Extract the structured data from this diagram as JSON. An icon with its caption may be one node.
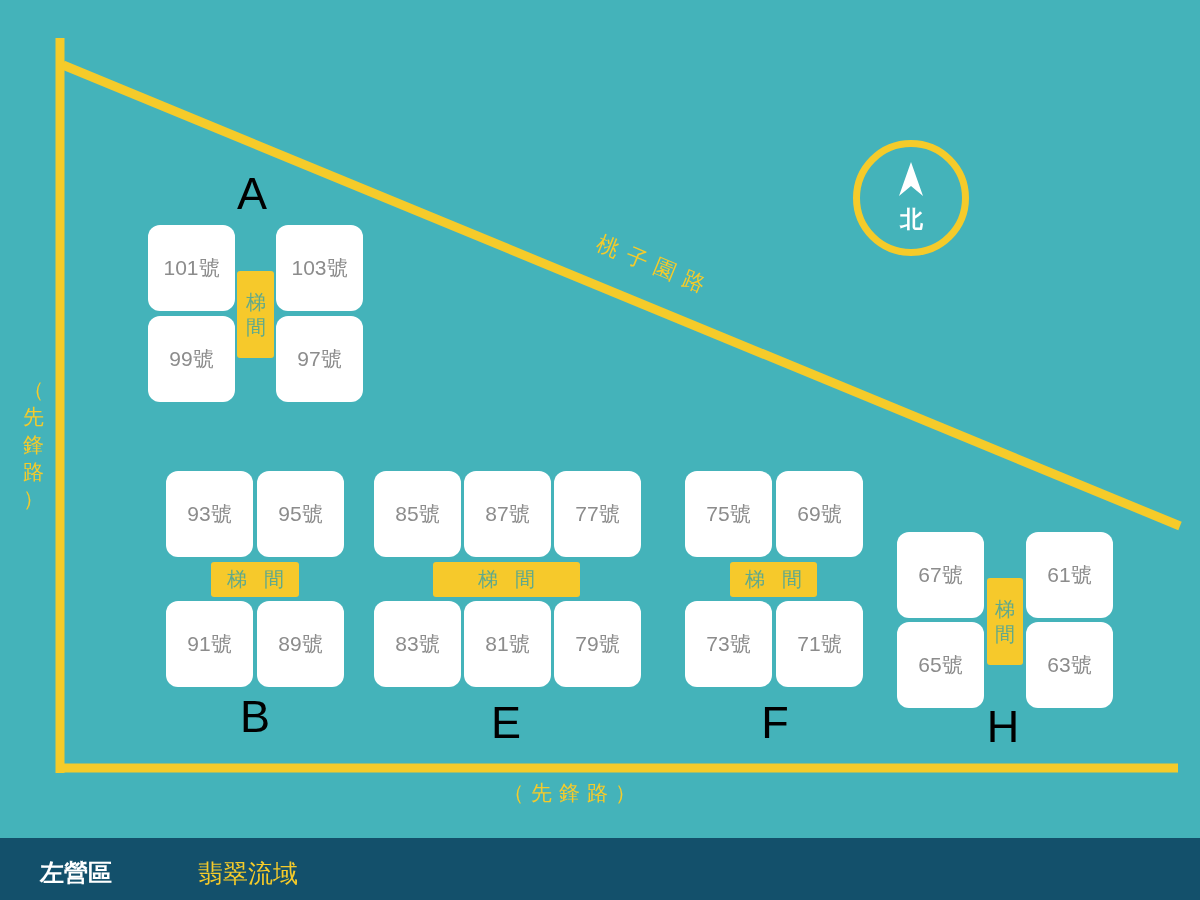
{
  "diagram": {
    "nodes": [
      {
        "text": [
          "北"
        ]
      },
      {
        "text": [
          "101號"
        ]
      },
      {
        "text": [
          "103號"
        ]
      },
      {
        "text": [
          "梯間"
        ]
      },
      {
        "text": [
          "99號"
        ]
      },
      {
        "text": [
          "97號"
        ]
      },
      {
        "text": [
          "93號"
        ]
      },
      {
        "text": [
          "95號"
        ]
      },
      {
        "text": [
          "梯間"
        ]
      },
      {
        "text": [
          "91號"
        ]
      },
      {
        "text": [
          "89號"
        ]
      },
      {
        "text": [
          "85號"
        ]
      },
      {
        "text": [
          "87號"
        ]
      },
      {
        "text": [
          "77號"
        ]
      },
      {
        "text": [
          "梯間"
        ]
      },
      {
        "text": [
          "83號"
        ]
      },
      {
        "text": [
          "81號"
        ]
      },
      {
        "text": [
          "79號"
        ]
      },
      {
        "text": [
          "75號"
        ]
      },
      {
        "text": [
          "69號"
        ]
      },
      {
        "text": [
          "梯間"
        ]
      },
      {
        "text": [
          "73號"
        ]
      },
      {
        "text": [
          "71號"
        ]
      },
      {
        "text": [
          "67號"
        ]
      },
      {
        "text": [
          "61號"
        ]
      },
      {
        "text": [
          "梯間"
        ]
      },
      {
        "text": [
          "65號"
        ]
      },
      {
        "text": [
          "63號"
        ]
      }
    ],
    "labels": [
      "A",
      "桃子園路",
      "（先鋒路）",
      "B",
      "E",
      "F",
      "H",
      "（先鋒路）",
      "左營區",
      "翡翠流域"
    ]
  }
}
